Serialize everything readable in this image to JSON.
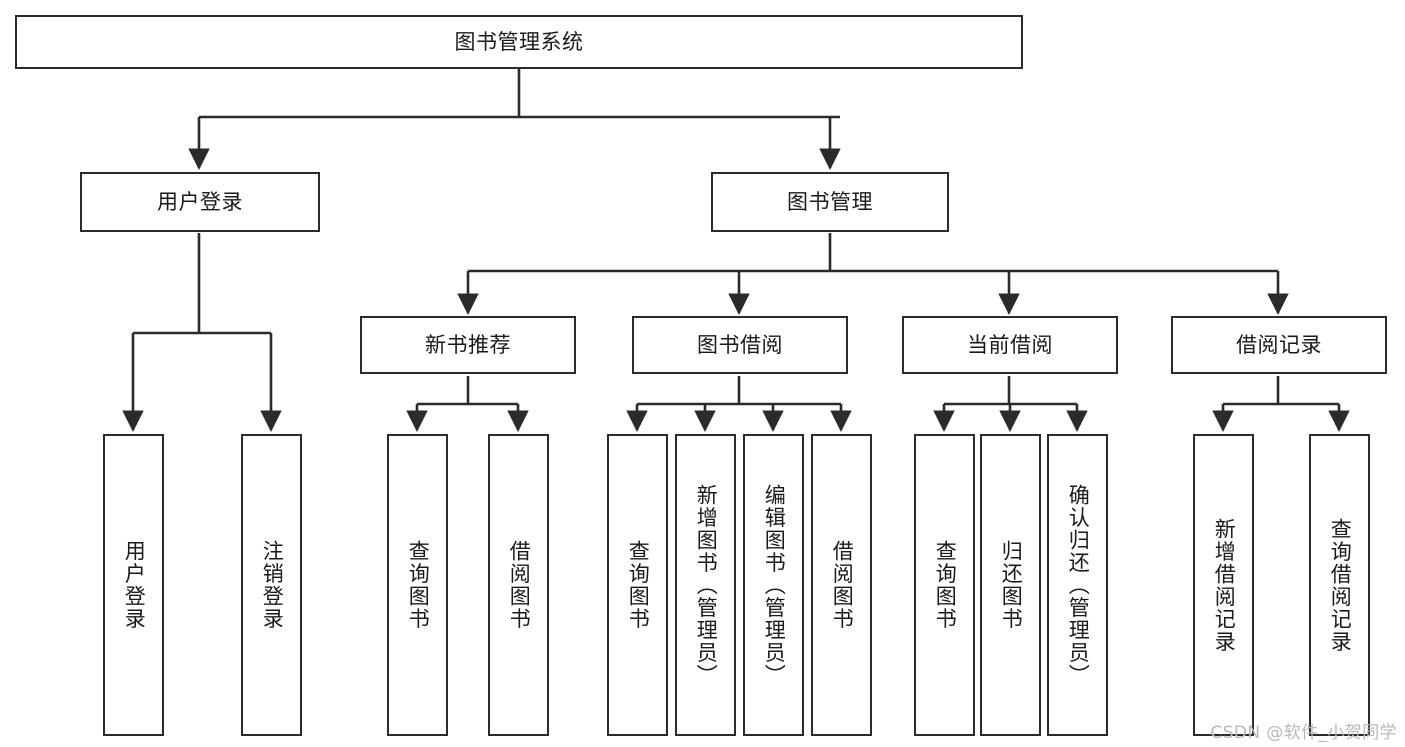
{
  "diagram": {
    "type": "tree-hierarchy",
    "title": "图书管理系统",
    "root": {
      "id": "root",
      "label": "图书管理系统",
      "orientation": "horizontal"
    },
    "level2": [
      {
        "id": "user-login",
        "label": "用户登录",
        "orientation": "horizontal"
      },
      {
        "id": "book-management",
        "label": "图书管理",
        "orientation": "horizontal"
      }
    ],
    "level3": [
      {
        "id": "new-book-recommend",
        "label": "新书推荐",
        "orientation": "horizontal",
        "parent": "book-management"
      },
      {
        "id": "book-borrow",
        "label": "图书借阅",
        "orientation": "horizontal",
        "parent": "book-management"
      },
      {
        "id": "current-borrow",
        "label": "当前借阅",
        "orientation": "horizontal",
        "parent": "book-management"
      },
      {
        "id": "borrow-record",
        "label": "借阅记录",
        "orientation": "horizontal",
        "parent": "book-management"
      }
    ],
    "leaves": [
      {
        "id": "leaf-user-login",
        "label": "用户登录",
        "parent": "user-login"
      },
      {
        "id": "leaf-logout-login",
        "label": "注销登录",
        "parent": "user-login"
      },
      {
        "id": "leaf-query-book-1",
        "label": "查询图书",
        "parent": "new-book-recommend"
      },
      {
        "id": "leaf-borrow-book-1",
        "label": "借阅图书",
        "parent": "new-book-recommend"
      },
      {
        "id": "leaf-query-book-2",
        "label": "查询图书",
        "parent": "book-borrow"
      },
      {
        "id": "leaf-add-book",
        "label": "新增图书（管理员）",
        "parent": "book-borrow"
      },
      {
        "id": "leaf-edit-book",
        "label": "编辑图书（管理员）",
        "parent": "book-borrow"
      },
      {
        "id": "leaf-borrow-book-2",
        "label": "借阅图书",
        "parent": "book-borrow"
      },
      {
        "id": "leaf-query-book-3",
        "label": "查询图书",
        "parent": "current-borrow"
      },
      {
        "id": "leaf-return-book",
        "label": "归还图书",
        "parent": "current-borrow"
      },
      {
        "id": "leaf-confirm-return",
        "label": "确认归还（管理员）",
        "parent": "current-borrow"
      },
      {
        "id": "leaf-add-record",
        "label": "新增借阅记录",
        "parent": "borrow-record"
      },
      {
        "id": "leaf-query-record",
        "label": "查询借阅记录",
        "parent": "borrow-record"
      }
    ]
  },
  "watermark": {
    "text": "CSDN @软件_小贺同学"
  },
  "colors": {
    "box_border": "#2b2b2b",
    "box_fill": "#ffffff",
    "edge": "#2b2b2b",
    "text": "#1a1a1a",
    "watermark": "#b9b9b9",
    "background": "#ffffff"
  }
}
